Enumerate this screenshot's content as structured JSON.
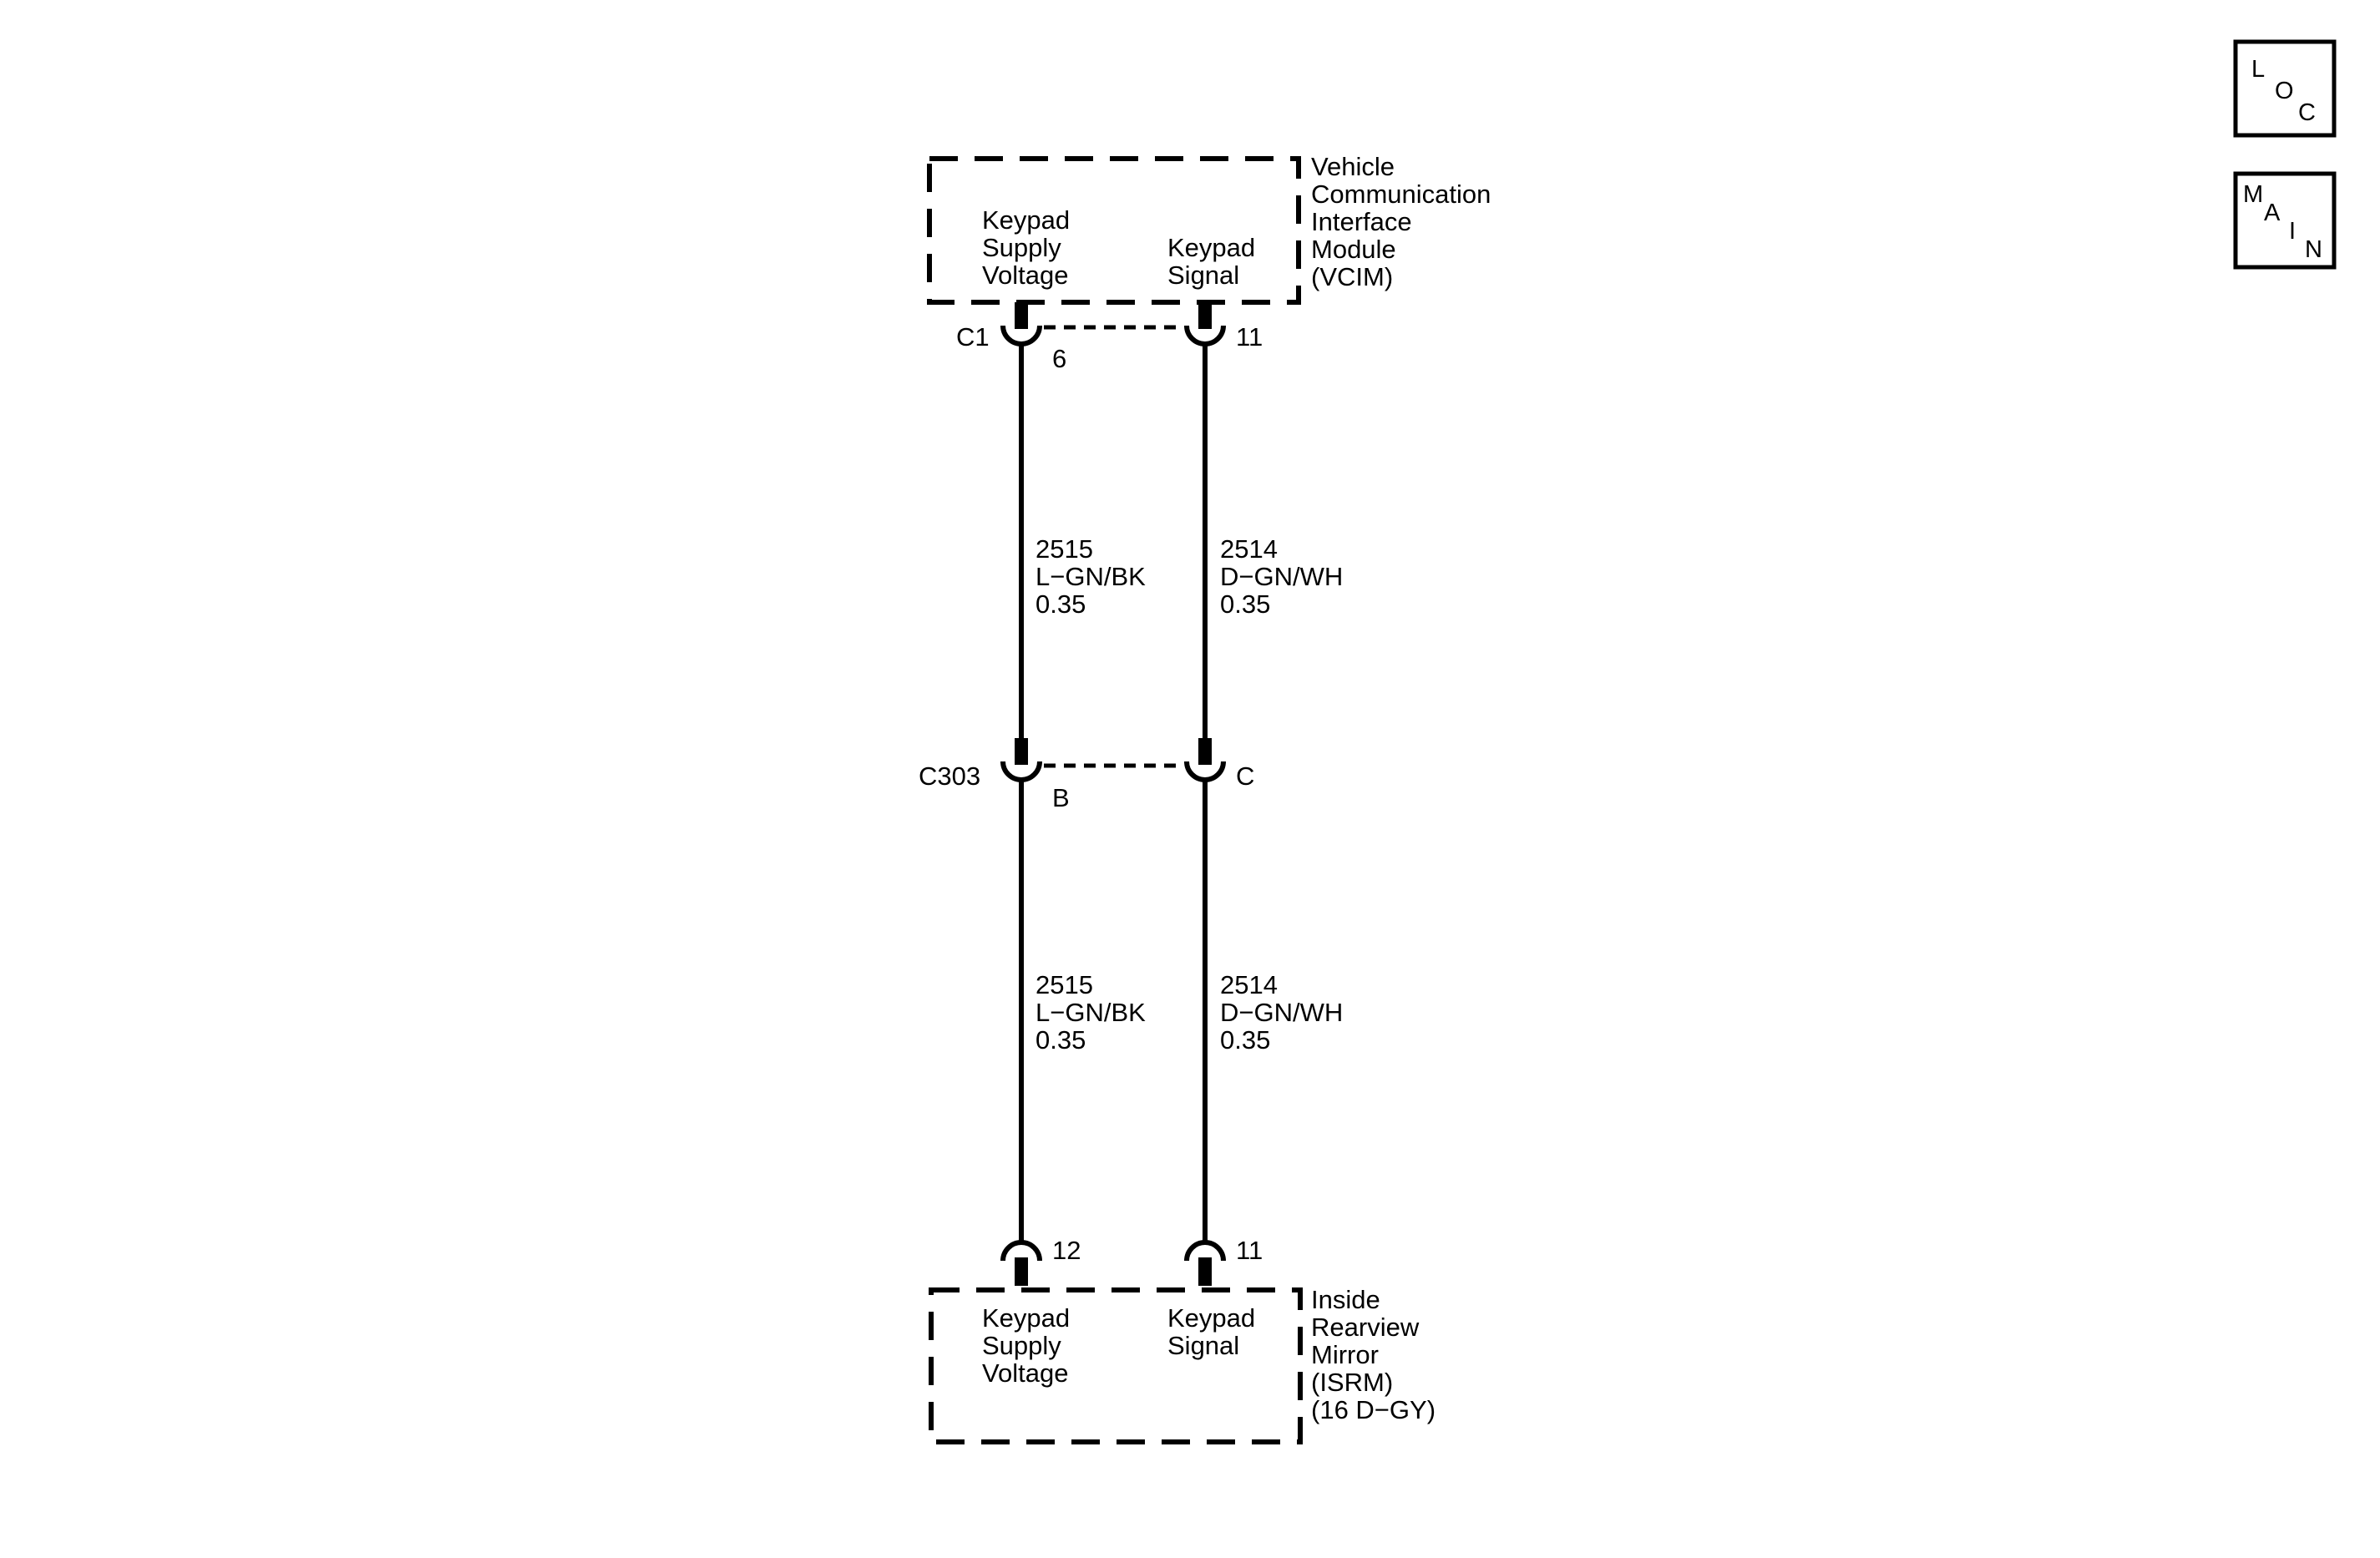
{
  "nav": {
    "loc": [
      "L",
      "O",
      "C"
    ],
    "main": [
      "M",
      "A",
      "I",
      "N"
    ]
  },
  "modules": {
    "vcim": {
      "name_lines": [
        "Vehicle",
        "Communication",
        "Interface",
        "Module",
        "(VCIM)"
      ],
      "pin_a_lines": [
        "Keypad",
        "Supply",
        "Voltage"
      ],
      "pin_b_lines": [
        "Keypad",
        "Signal"
      ]
    },
    "isrm": {
      "name_lines": [
        "Inside",
        "Rearview",
        "Mirror",
        "(ISRM)",
        "(16 D−GY)"
      ],
      "pin_a_lines": [
        "Keypad",
        "Supply",
        "Voltage"
      ],
      "pin_b_lines": [
        "Keypad",
        "Signal"
      ]
    }
  },
  "connectors": {
    "vcim": {
      "name": "C1",
      "pin_a": "6",
      "pin_b": "11"
    },
    "inline": {
      "name": "C303",
      "pin_a": "B",
      "pin_b": "C"
    },
    "isrm": {
      "pin_a": "12",
      "pin_b": "11"
    }
  },
  "wires": {
    "left_upper": {
      "circuit": "2515",
      "color": "L−GN/BK",
      "gauge": "0.35"
    },
    "right_upper": {
      "circuit": "2514",
      "color": "D−GN/WH",
      "gauge": "0.35"
    },
    "left_lower": {
      "circuit": "2515",
      "color": "L−GN/BK",
      "gauge": "0.35"
    },
    "right_lower": {
      "circuit": "2514",
      "color": "D−GN/WH",
      "gauge": "0.35"
    }
  }
}
